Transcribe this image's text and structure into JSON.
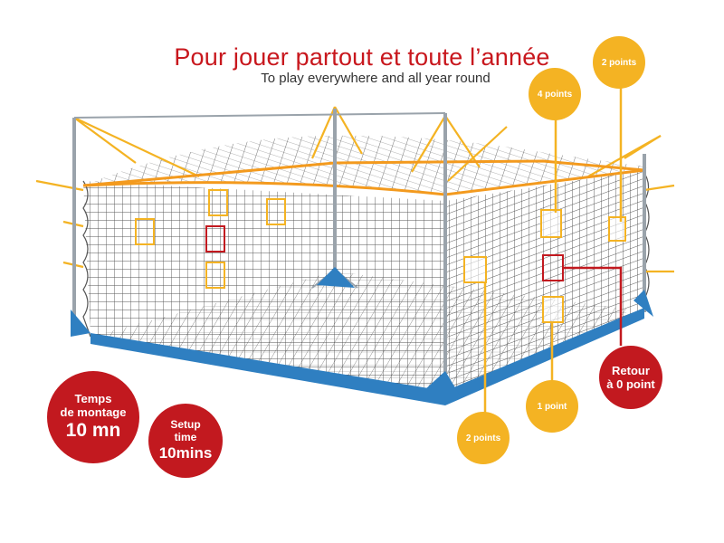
{
  "header": {
    "title": "Pour jouer partout et toute l’année",
    "subtitle": "To play everywhere and all year round"
  },
  "callouts": {
    "four_points": "4 points",
    "two_points_top": "2 points",
    "two_points_bottom": "2 points",
    "one_point": "1 point",
    "retour_line1": "Retour",
    "retour_line2": "à 0 point"
  },
  "setup": {
    "fr_line1": "Temps",
    "fr_line2": "de montage",
    "fr_time": "10 mn",
    "en_line1": "Setup",
    "en_line2": "time",
    "en_time": "10mins"
  },
  "colors": {
    "brand_red": "#c2191f",
    "title_red": "#c8171d",
    "callout_yellow": "#f4b323",
    "base_blue": "#2f7fc1",
    "rope_orange": "#f39a1e",
    "net_grey": "#4a4a4a"
  },
  "icons": [
    "football-cage-illustration",
    "target-square-icon"
  ]
}
